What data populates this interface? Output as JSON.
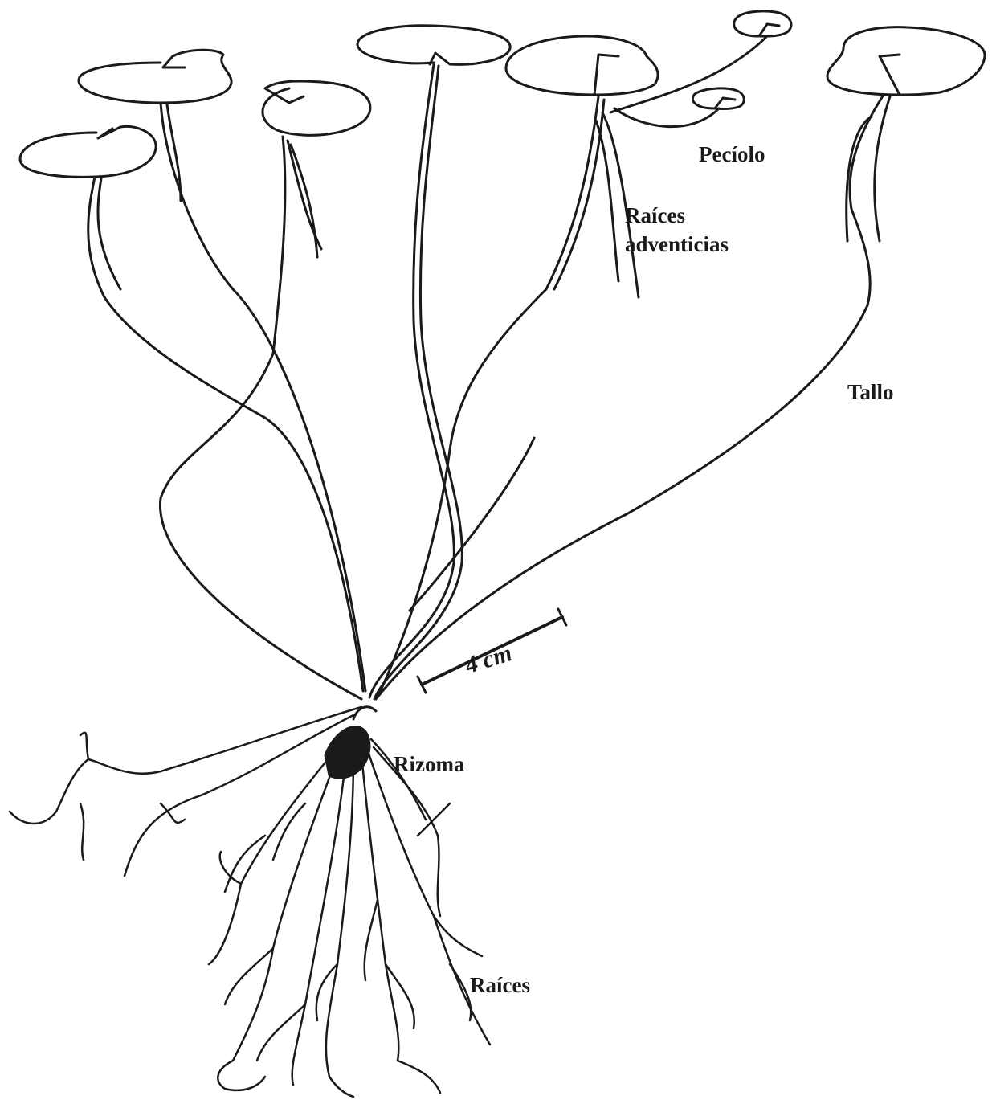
{
  "labels": {
    "peciolo": "Pecíolo",
    "raices_adventicias_line1": "Raíces",
    "raices_adventicias_line2": "adventicias",
    "tallo": "Tallo",
    "rizoma": "Rizoma",
    "raices": "Raíces"
  },
  "scale_bar": {
    "label": "4 cm"
  },
  "colors": {
    "ink": "#1a1a1a",
    "background": "#ffffff"
  }
}
